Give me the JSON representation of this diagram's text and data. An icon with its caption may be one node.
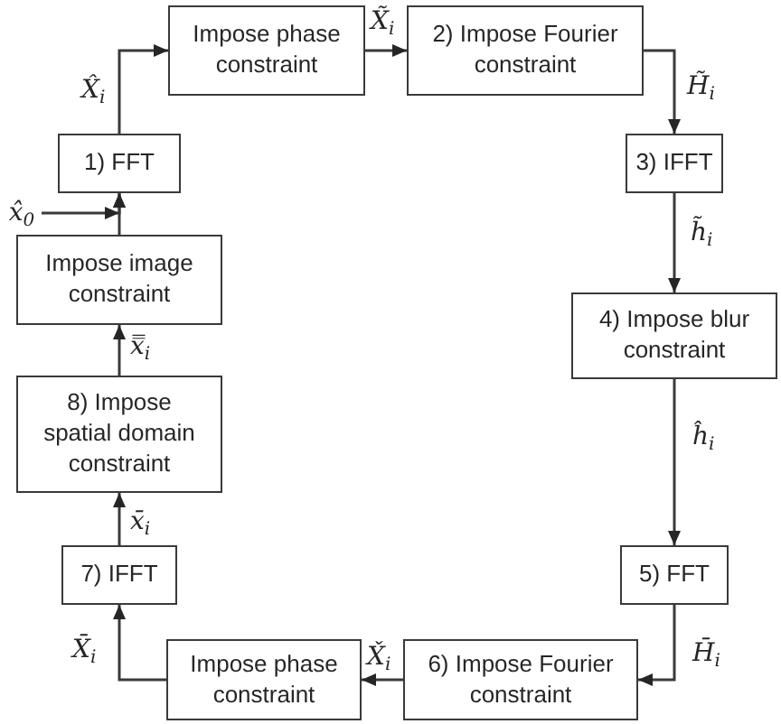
{
  "diagram": {
    "nodes": [
      {
        "text": [
          "Impose phase constraint"
        ]
      },
      {
        "text": [
          "2) Impose Fourier constraint"
        ]
      },
      {
        "text": [
          "1) FFT"
        ]
      },
      {
        "text": [
          "3) IFFT"
        ]
      },
      {
        "text": [
          "x̂$_{0}$"
        ]
      },
      {
        "text": [
          "Impose image constraint"
        ]
      },
      {
        "text": [
          "4) Impose blur constraint"
        ]
      },
      {
        "text": [
          "8) Impose spatial domain constraint"
        ]
      },
      {
        "text": [
          "5) FFT"
        ]
      },
      {
        "text": [
          "7) IFFT"
        ]
      },
      {
        "text": [
          "Impose phase constraint"
        ]
      },
      {
        "text": [
          "6) Impose Fourier constraint"
        ]
      }
    ],
    "edges": [
      {
        "from": 2,
        "to": 0,
        "arrow": "to",
        "label": "X̂$_{i}$"
      },
      {
        "from": 0,
        "to": 1,
        "arrow": "to",
        "label": "X̃$_{i}$"
      },
      {
        "from": 1,
        "to": 3,
        "arrow": "to",
        "label": "H̃$_{i}$"
      },
      {
        "from": 3,
        "to": 6,
        "arrow": "to",
        "label": "h̃$_{i}$"
      },
      {
        "from": 6,
        "to": 8,
        "arrow": "to",
        "label": "ĥ$_{i}$"
      },
      {
        "from": 8,
        "to": 11,
        "arrow": "to",
        "label": "H̄$_{i}$"
      },
      {
        "from": 11,
        "to": 10,
        "arrow": "to",
        "label": "X̌$_{i}$"
      },
      {
        "from": 10,
        "to": 9,
        "arrow": "to",
        "label": "X̄$_{i}$"
      },
      {
        "from": 9,
        "to": 7,
        "arrow": "to",
        "label": "x̄$_{i}$"
      },
      {
        "from": 7,
        "to": 5,
        "arrow": "to",
        "label": "x̿$_{i}$"
      },
      {
        "from": 5,
        "to": 2,
        "arrow": "to"
      },
      {
        "from": 4,
        "to": 2,
        "arrow": "to"
      }
    ]
  }
}
